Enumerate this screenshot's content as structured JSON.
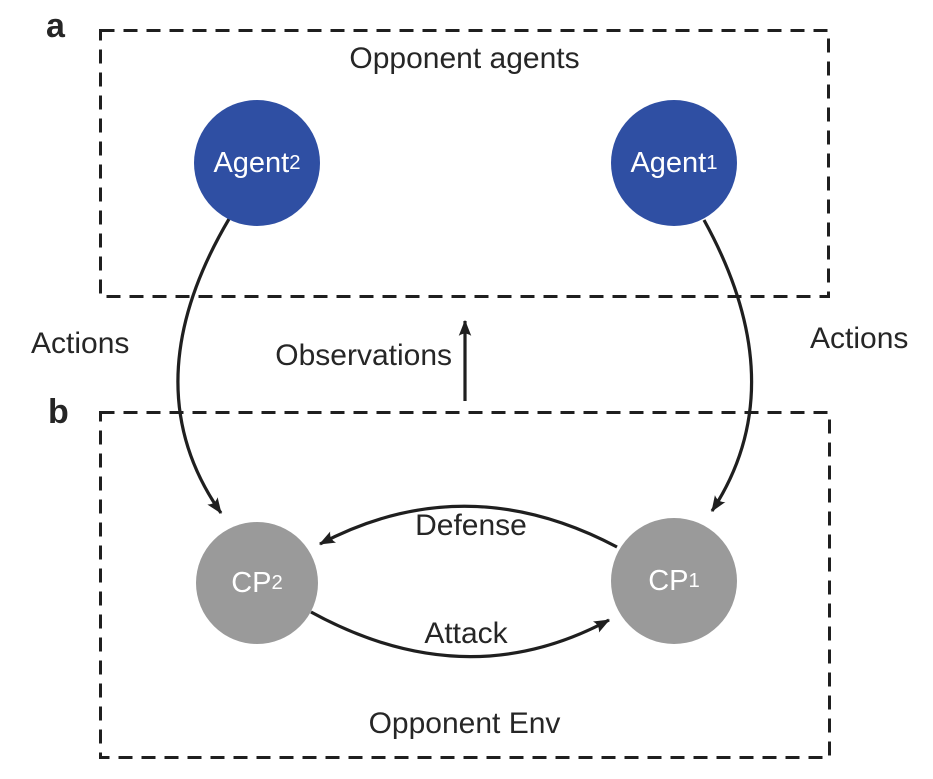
{
  "figure": {
    "colors": {
      "agent_node": "#2f4fa3",
      "cp_node": "#9a9a9a",
      "line": "#1f1f1f",
      "text": "#262626",
      "node_text": "#ffffff"
    },
    "panel_a": {
      "label": "a",
      "title": "Opponent agents",
      "nodes": {
        "agent2": {
          "base": "Agent",
          "sub": "2"
        },
        "agent1": {
          "base": "Agent",
          "sub": "1"
        }
      }
    },
    "panel_b": {
      "label": "b",
      "title": "Opponent Env",
      "nodes": {
        "cp2": {
          "base": "CP",
          "sub": "2"
        },
        "cp1": {
          "base": "CP",
          "sub": "1"
        }
      }
    },
    "edge_labels": {
      "actions_left": "Actions",
      "actions_right": "Actions",
      "observations": "Observations",
      "defense": "Defense",
      "attack": "Attack"
    }
  }
}
